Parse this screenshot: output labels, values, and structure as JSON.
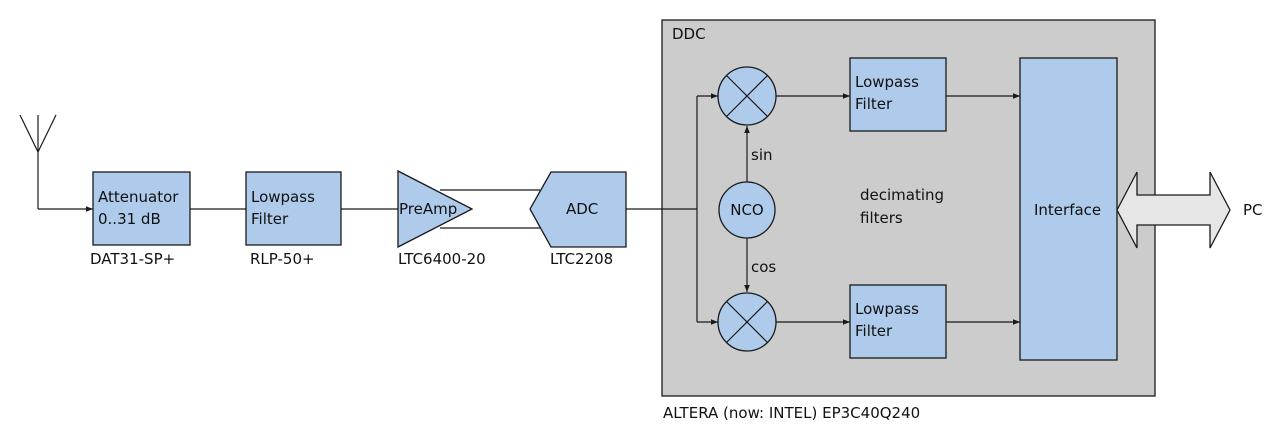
{
  "ddc_label": "DDC",
  "fpga_caption": "ALTERA (now: INTEL) EP3C40Q240",
  "attenuator": {
    "line1": "Attenuator",
    "line2": "0..31 dB",
    "part": "DAT31-SP+"
  },
  "rf_filter": {
    "line1": "Lowpass",
    "line2": "Filter",
    "part": "RLP-50+"
  },
  "preamp": {
    "label": "PreAmp",
    "part": "LTC6400-20"
  },
  "adc": {
    "label": "ADC",
    "part": "LTC2208"
  },
  "nco": {
    "label": "NCO",
    "sin": "sin",
    "cos": "cos"
  },
  "lpf_top": {
    "line1": "Lowpass",
    "line2": "Filter"
  },
  "lpf_bottom": {
    "line1": "Lowpass",
    "line2": "Filter"
  },
  "decimating": {
    "line1": "decimating",
    "line2": "filters"
  },
  "interface": {
    "label": "Interface"
  },
  "pc": {
    "label": "PC"
  },
  "colors": {
    "block_fill": "#aecbec",
    "ddc_fill": "#cccccc",
    "arrow_fill": "#e6e6e6",
    "stroke": "#1a1a1a"
  }
}
